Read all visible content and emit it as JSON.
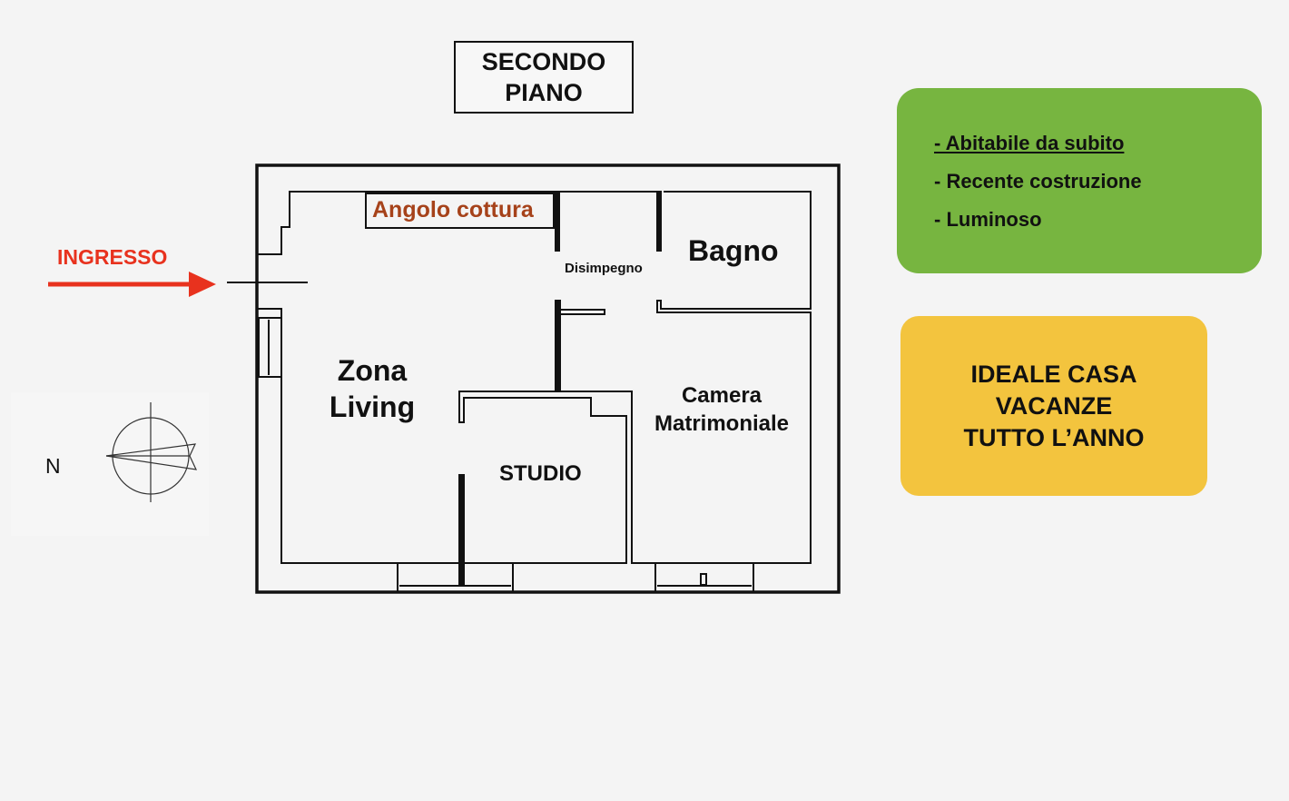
{
  "header": {
    "title_line1": "SECONDO",
    "title_line2": "PIANO"
  },
  "plan": {
    "entrance_label": "INGRESSO",
    "north_label": "N",
    "rooms": {
      "kitchen": "Angolo cottura",
      "hallway": "Disimpegno",
      "bathroom": "Bagno",
      "living_line1": "Zona",
      "living_line2": "Living",
      "bedroom_line1": "Camera",
      "bedroom_line2": "Matrimoniale",
      "study": "STUDIO"
    }
  },
  "features": {
    "items": [
      "- Abitabile da subito",
      "- Recente costruzione",
      "- Luminoso"
    ],
    "color": "#77b540"
  },
  "highlight": {
    "line1": "IDEALE CASA",
    "line2": "VACANZE",
    "line3": "TUTTO L’ANNO",
    "color": "#f3c43e"
  },
  "colors": {
    "entrance_arrow": "#e8321e",
    "kitchen_label": "#a6421a"
  }
}
